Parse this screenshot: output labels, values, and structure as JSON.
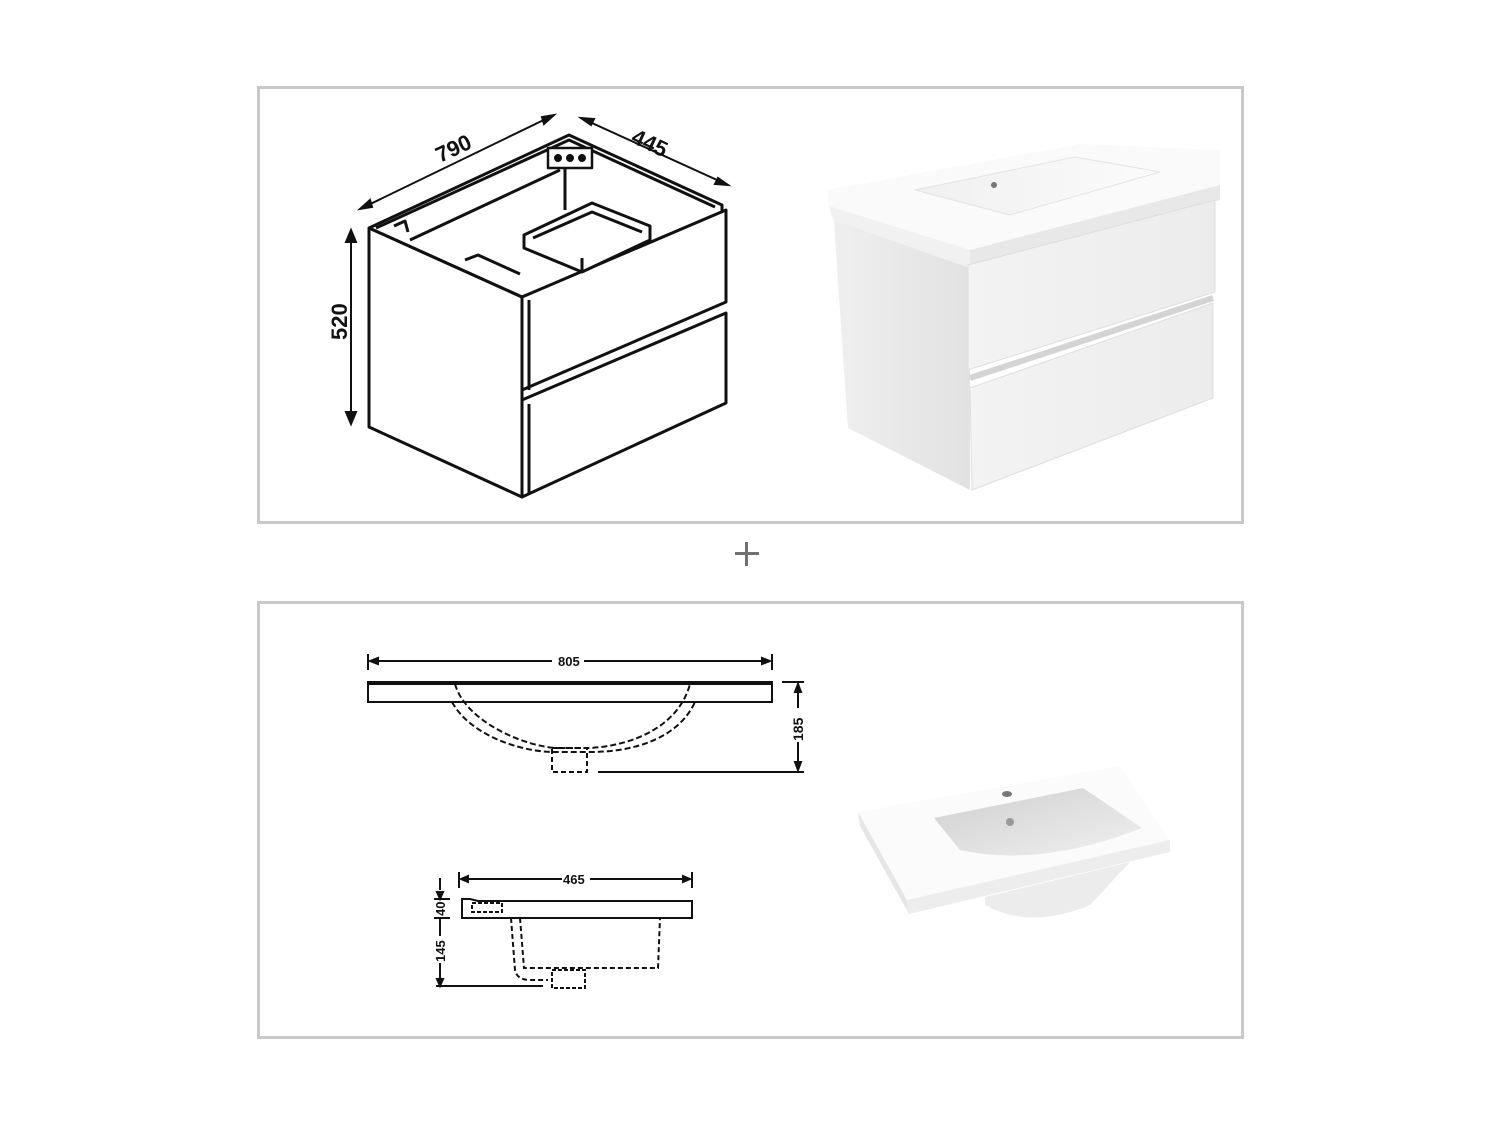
{
  "cabinet_drawing": {
    "title": "Vanity cabinet line drawing",
    "width_label": "790",
    "depth_label": "445",
    "height_label": "520",
    "drawers": 2
  },
  "cabinet_render": {
    "title": "White wall-hung vanity with integrated basin",
    "drawers": 2,
    "color": "#f2f2f2"
  },
  "separator": {
    "symbol": "+"
  },
  "basin_front_drawing": {
    "title": "Basin front elevation",
    "width_label": "805",
    "height_label": "185"
  },
  "basin_side_drawing": {
    "title": "Basin side elevation",
    "depth_label": "465",
    "rim_label": "40",
    "bowl_label": "145"
  },
  "basin_render": {
    "title": "Ceramic basin render",
    "color": "#f4f4f4"
  },
  "colors": {
    "panel_border": "#c9c9c9",
    "line": "#111111",
    "plus": "#707070"
  }
}
